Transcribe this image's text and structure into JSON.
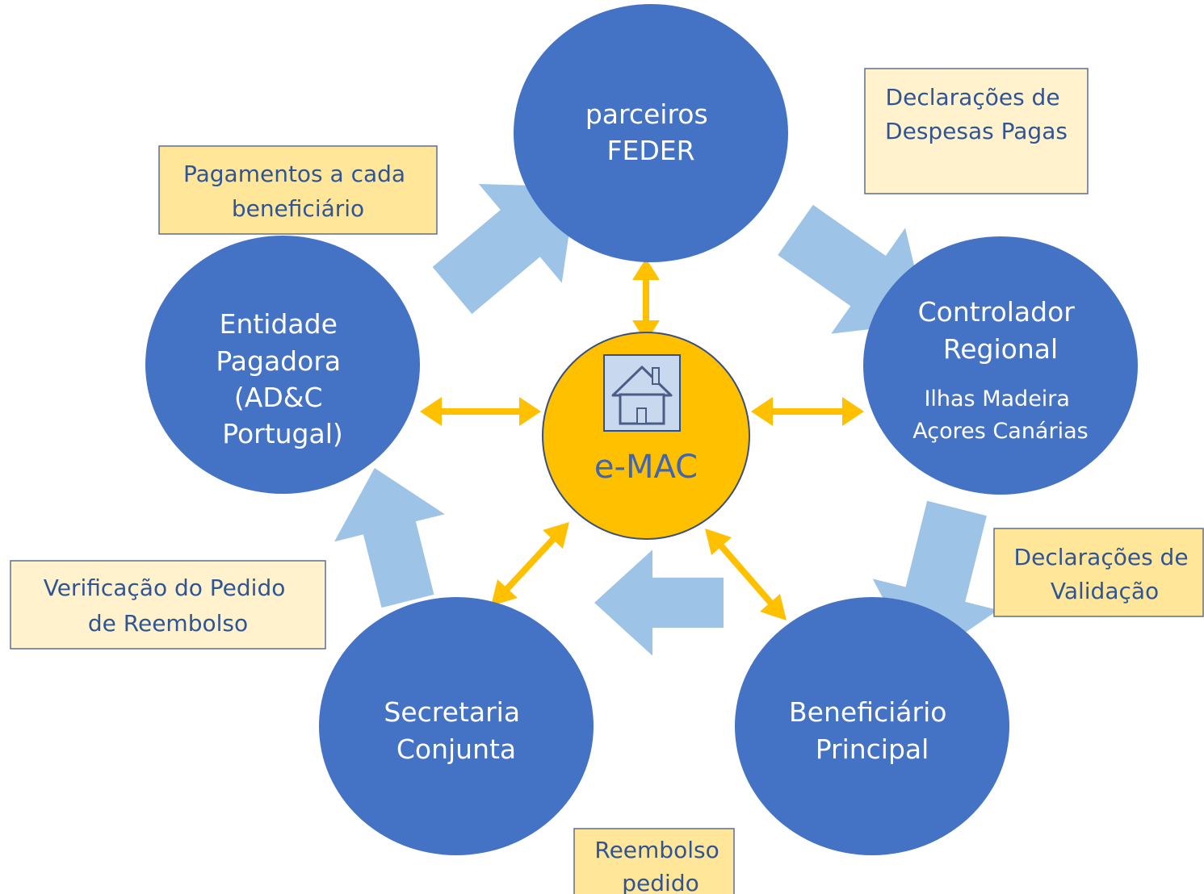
{
  "nodes": {
    "parceiros": [
      "parceiros",
      "FEDER"
    ],
    "controlador": {
      "title": [
        "Controlador",
        "Regional"
      ],
      "subtitle": [
        "Ilhas Madeira",
        "Açores Canárias"
      ]
    },
    "beneficiario": [
      "Beneficiário",
      "Principal"
    ],
    "secretaria": [
      "Secretaria",
      "Conjunta"
    ],
    "entidade": [
      "Entidade",
      "Pagadora",
      "(AD&C",
      "Portugal)"
    ],
    "center": "e-MAC"
  },
  "notes": {
    "declaracoes_despesas": [
      "Declarações de",
      "Despesas Pagas"
    ],
    "pagamentos": [
      "Pagamentos a cada",
      "beneficiário"
    ],
    "declaracoes_validacao": [
      "Declarações de",
      "Validação"
    ],
    "verificacao": [
      "Verificação do Pedido",
      "de Reembolso"
    ],
    "reembolso": [
      "Reembolso",
      "pedido"
    ]
  },
  "icons": {
    "center": "house-icon"
  },
  "colors": {
    "node_fill": "#4472c4",
    "center_fill": "#ffc000",
    "center_text": "#3f66b5",
    "flow_arrow": "#9dc3e6",
    "link_arrow": "#ffc000",
    "note_dark": "#ffe699",
    "note_light": "#fff2cc",
    "note_text": "#2f5597"
  }
}
